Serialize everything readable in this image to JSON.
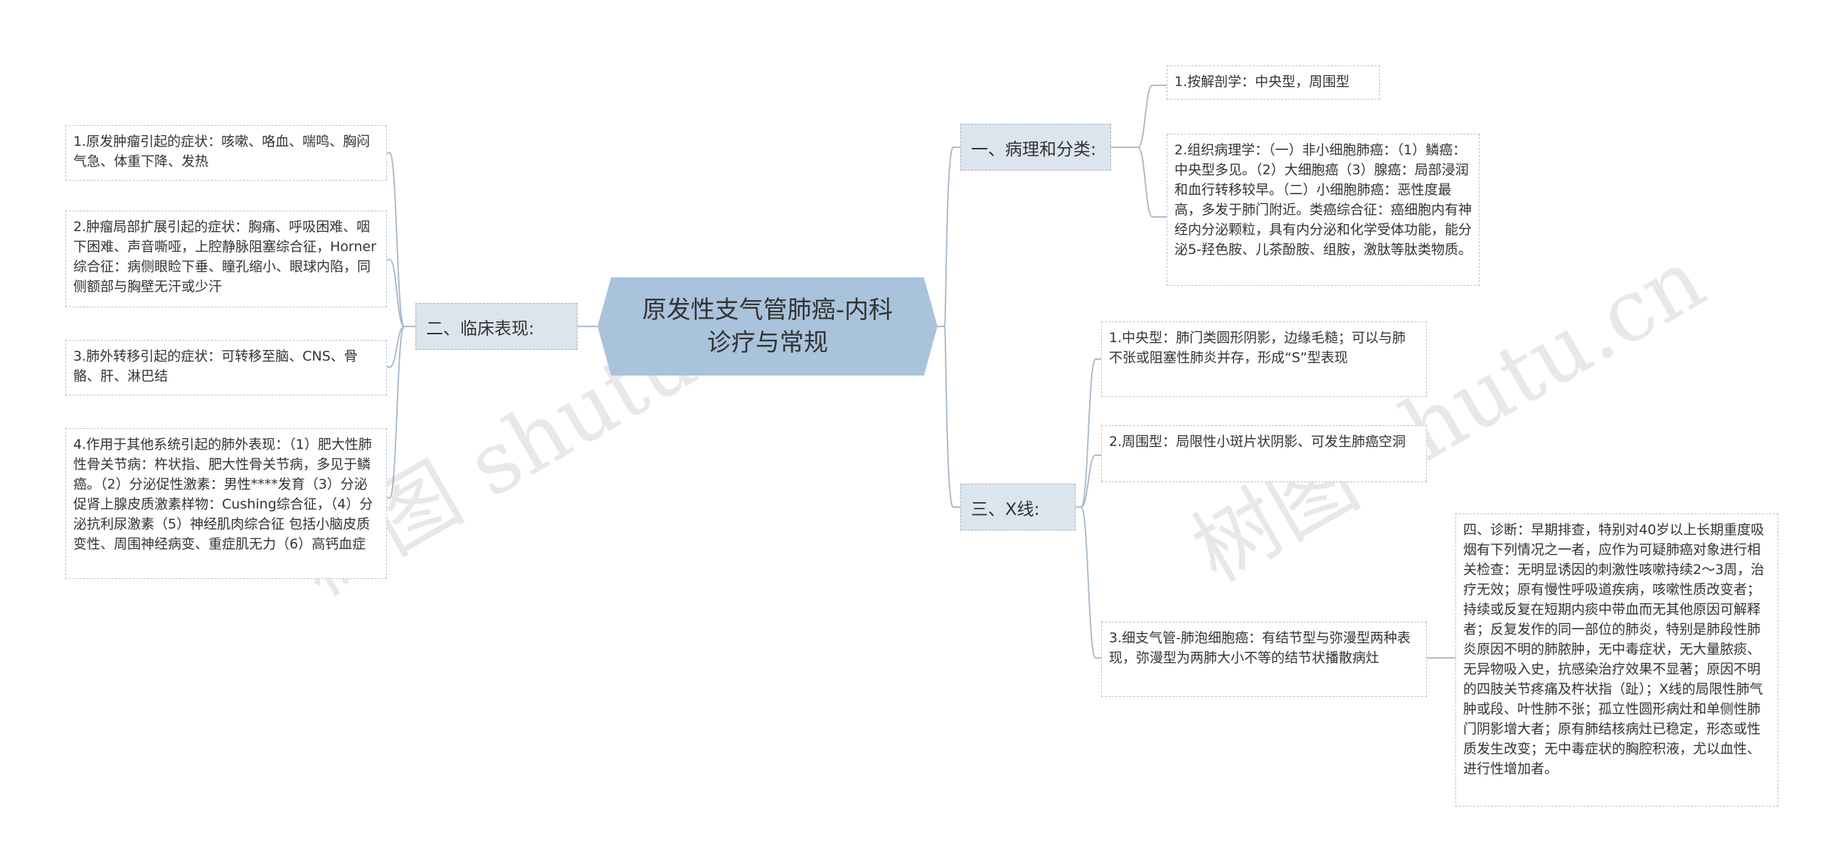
{
  "title": "原发性支气管肺癌-内科诊疗与常规",
  "branches": {
    "b1": {
      "label": "一、病理和分类:"
    },
    "b2": {
      "label": "二、临床表现:"
    },
    "b3": {
      "label": "三、X线:"
    }
  },
  "leaves": {
    "l1": "1.按解剖学：中央型，周围型",
    "l2": "2.组织病理学：（一）非小细胞肺癌：（1）鳞癌：中央型多见。（2）大细胞癌（3）腺癌：局部浸润和血行转移较早。（二）小细胞肺癌：恶性度最高，多发于肺门附近。类癌综合征：癌细胞内有神经内分泌颗粒，具有内分泌和化学受体功能，能分泌5-羟色胺、儿茶酚胺、组胺，激肽等肽类物质。",
    "l3": "1.原发肿瘤引起的症状：咳嗽、咯血、喘鸣、胸闷气急、体重下降、发热",
    "l4": "2.肿瘤局部扩展引起的症状：胸痛、呼吸困难、咽下困难、声音嘶哑，上腔静脉阻塞综合征，Horner综合征：病侧眼睑下垂、瞳孔缩小、眼球内陷，同侧额部与胸壁无汗或少汗",
    "l5": "3.肺外转移引起的症状：可转移至脑、CNS、骨骼、肝、淋巴结",
    "l6": "4.作用于其他系统引起的肺外表现：（1）肥大性肺性骨关节病：杵状指、肥大性骨关节病，多见于鳞癌。（2）分泌促性激素：男性****发育（3）分泌促肾上腺皮质激素样物：Cushing综合征，（4）分泌抗利尿激素（5）神经肌肉综合征 包括小脑皮质变性、周围神经病变、重症肌无力（6）高钙血症",
    "l7": "1.中央型：肺门类圆形阴影，边缘毛糙；可以与肺不张或阻塞性肺炎并存，形成“S”型表现",
    "l8": "2.周围型：局限性小斑片状阴影、可发生肺癌空洞",
    "l9": "3.细支气管-肺泡细胞癌：有结节型与弥漫型两种表现，弥漫型为两肺大小不等的结节状播散病灶",
    "l10": "四、诊断：早期排查，特别对40岁以上长期重度吸烟有下列情况之一者，应作为可疑肺癌对象进行相关检查：无明显诱因的刺激性咳嗽持续2～3周，治疗无效；原有慢性呼吸道疾病，咳嗽性质改变者；持续或反复在短期内痰中带血而无其他原因可解释者；反复发作的同一部位的肺炎，特别是肺段性肺炎原因不明的肺脓肿，无中毒症状，无大量脓痰、无异物吸入史，抗感染治疗效果不显著；原因不明的四肢关节疼痛及杵状指（趾）；X线的局限性肺气肿或段、叶性肺不张；孤立性圆形病灶和单侧性肺门阴影增大者；原有肺结核病灶已稳定，形态或性质发生改变；无中毒症状的胸腔积液，尤以血性、进行性增加者。"
  },
  "watermark": {
    "left": "树图 shutu.cn",
    "right": "树图 shutu.cn"
  },
  "colors": {
    "center": "#a9c3dc",
    "branch": "#dce5ed",
    "line": "#a9bccd"
  }
}
